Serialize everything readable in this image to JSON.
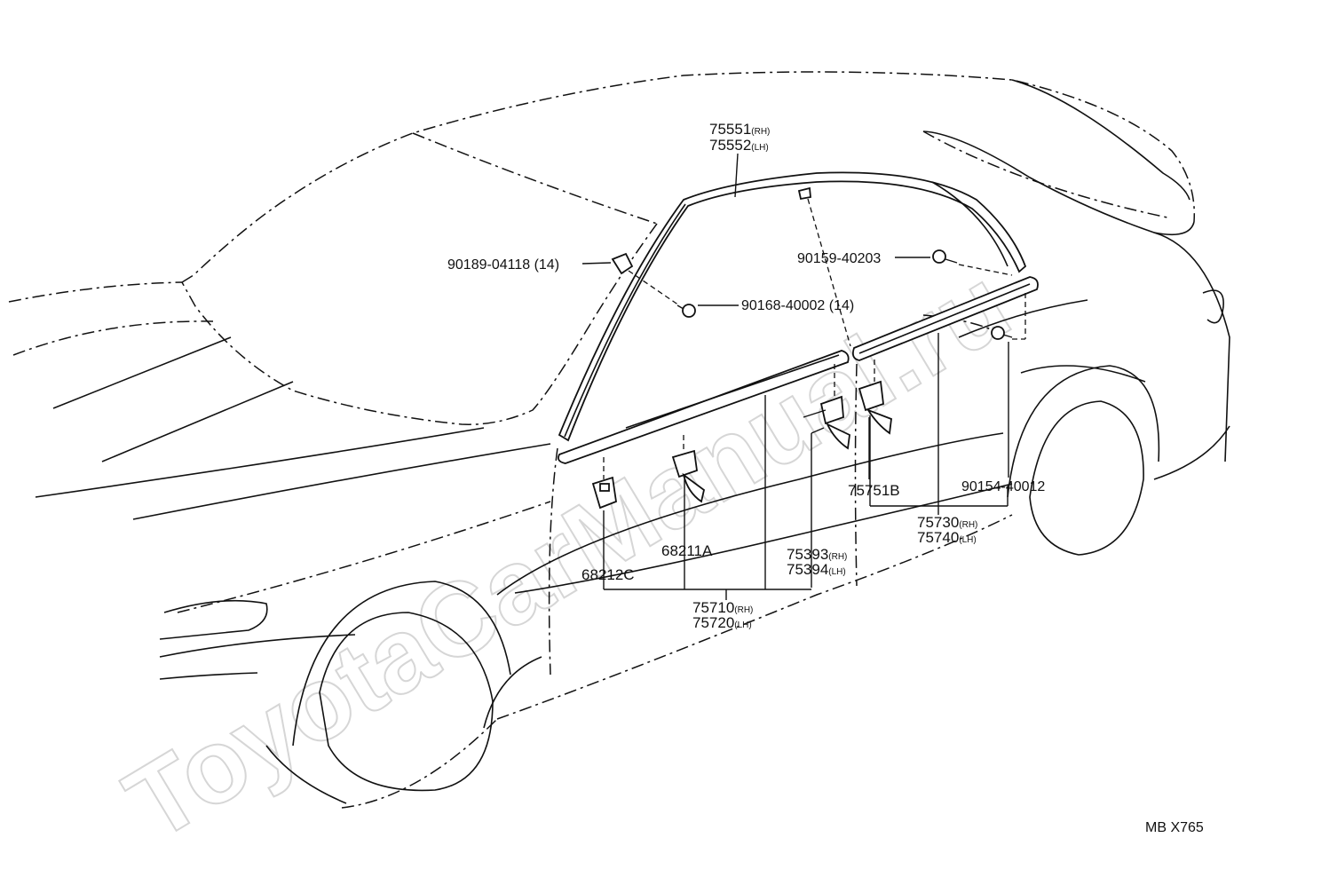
{
  "watermark": "ToyotaCarManual.ru",
  "diagram_code": "MB X765",
  "callouts": {
    "p75551": {
      "num": "75551",
      "side": "(RH)"
    },
    "p75552": {
      "num": "75552",
      "side": "(LH)"
    },
    "p90189": "90189-04118 (14)",
    "p90168": "90168-40002 (14)",
    "p90159": "90159-40203",
    "p75751b": "75751B",
    "p90154": "90154-40012",
    "p75730": {
      "num": "75730",
      "side": "(RH)"
    },
    "p75740": {
      "num": "75740",
      "side": "(LH)"
    },
    "p68211a": "68211A",
    "p75393": {
      "num": "75393",
      "side": "(RH)"
    },
    "p75394": {
      "num": "75394",
      "side": "(LH)"
    },
    "p68212c": "68212C",
    "p75710": {
      "num": "75710",
      "side": "(RH)"
    },
    "p75720": {
      "num": "75720",
      "side": "(LH)"
    }
  }
}
